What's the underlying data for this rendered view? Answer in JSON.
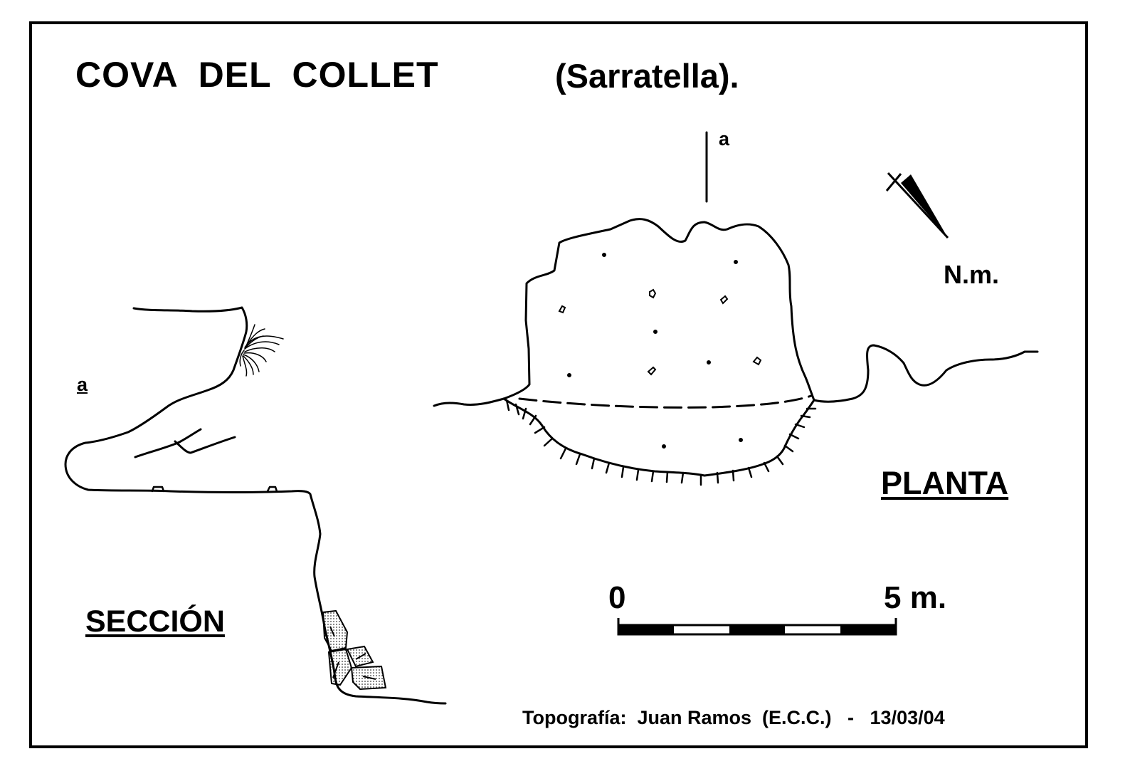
{
  "title": "COVA  DEL  COLLET",
  "subtitle": "(Sarratella).",
  "section_marker": "a",
  "plan_marker": "a",
  "north_label": "N.m.",
  "plan_label": "PLANTA",
  "section_label": "SECCIÓN",
  "scale": {
    "start_label": "0",
    "end_label": "5 m."
  },
  "credit": "Topografía:  Juan Ramos  (E.C.C.)   -   13/03/04",
  "north_arrow_icon": "magnetic-north-arrow-icon"
}
